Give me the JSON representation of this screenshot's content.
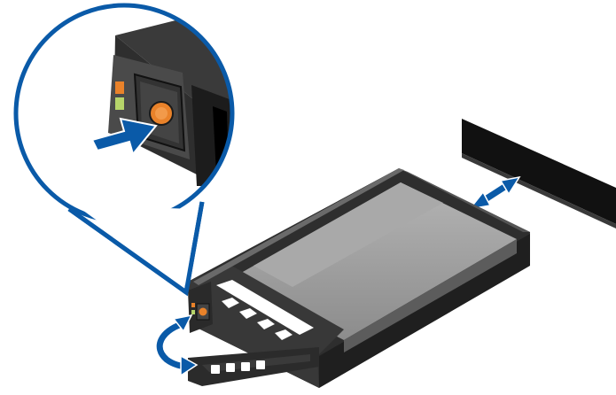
{
  "figure": {
    "kind": "hardware-installation-illustration",
    "components": [
      "magnifier-callout",
      "release-button",
      "push-arrow",
      "status-leds",
      "drive-carrier",
      "hard-drive",
      "carrier-handle",
      "handle-rotation-arrow",
      "drive-bay-slot",
      "insertion-arrow"
    ],
    "colors": {
      "callout_outline": "#0a5aa8",
      "arrow_blue": "#0a5aa8",
      "carrier_dark": "#2b2b2b",
      "carrier_mid": "#4a4a4a",
      "drive_body": "#8a8a8a",
      "drive_light": "#a9a9a9",
      "release_button": "#e9822a",
      "led_orange": "#e9822a",
      "led_green": "#b6d46a",
      "slot_black": "#111111",
      "background": "#ffffff"
    }
  }
}
